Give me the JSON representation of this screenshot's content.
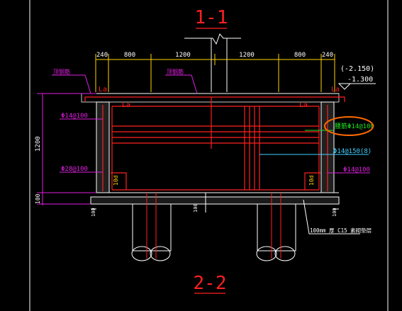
{
  "drawing": {
    "title_top": "1-1",
    "title_bottom": "2-2",
    "dim_top": [
      "240",
      "800",
      "1200",
      "1200",
      "800",
      "240"
    ],
    "dim_left_height": "1200",
    "dim_left_base": "100",
    "dim_center_base": "100",
    "dim_bottom_left": "100",
    "dim_bottom_right": "100",
    "elevation_1": "(-2.150)",
    "elevation_2": "-1.300",
    "label_top_bar_left": "顶钢筋",
    "label_top_bar_mid": "顶钢筋",
    "la_1": "La",
    "la_2": "La",
    "la_3": "La",
    "la_4": "La",
    "rebar_left_1": "Φ14@100",
    "rebar_left_2": "Φ28@100",
    "rebar_right_1": "腰筋Φ14@100",
    "rebar_right_2": "Φ14@150(8)",
    "rebar_right_3": "Φ14@100",
    "anchor_left": "10d",
    "anchor_right": "10d",
    "note_cushion": "100mm 厚 C15 素砌垫层"
  },
  "colors": {
    "background": "#000000",
    "outline": "#ffffff",
    "rebar": "#ff2020",
    "dimension": "#ffd500",
    "label_magenta": "#e020e0",
    "label_green": "#20e020",
    "label_cyan": "#40d0ff",
    "highlight": "#ff6a00",
    "title": "#ff2020"
  }
}
